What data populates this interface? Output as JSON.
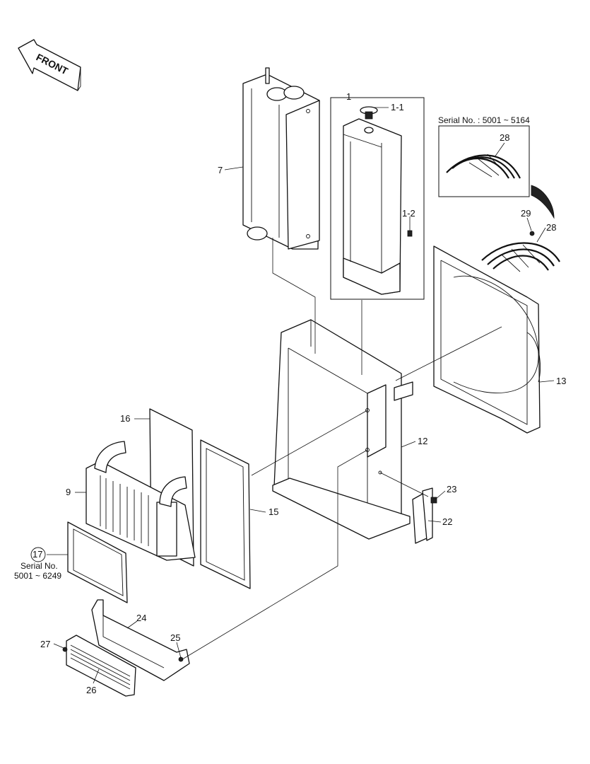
{
  "arrow_label": "FRONT",
  "callouts": {
    "c1": "1",
    "c1_1": "1-1",
    "c1_2": "1-2",
    "c7": "7",
    "c9": "9",
    "c12": "12",
    "c13": "13",
    "c15": "15",
    "c16": "16",
    "c17": "17",
    "c22": "22",
    "c23": "23",
    "c24": "24",
    "c25": "25",
    "c26": "26",
    "c27": "27",
    "c28a": "28",
    "c28b": "28",
    "c29": "29"
  },
  "notes": {
    "serial_fan_guard": "Serial No. : 5001 ~ 5164",
    "serial_17_line1": "Serial No.",
    "serial_17_line2": "5001 ~ 6249"
  }
}
